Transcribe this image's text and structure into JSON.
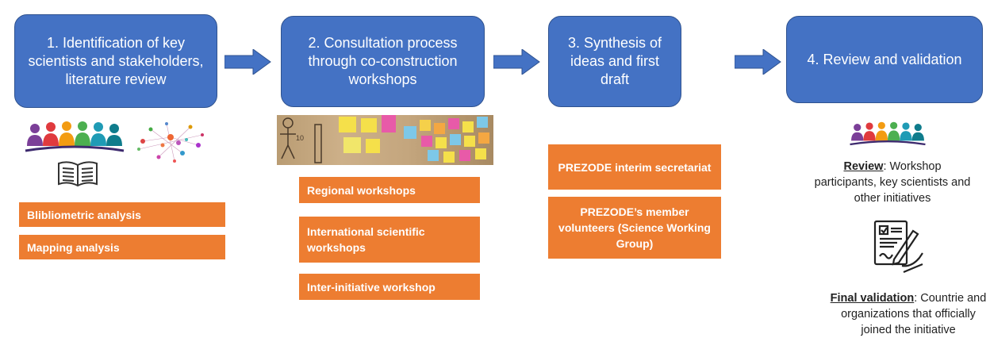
{
  "steps": {
    "step1": "1.    Identification of key scientists and stakeholders, literature review",
    "step2": "2. Consultation process through co-construction workshops",
    "step3": "3. Synthesis of ideas and first draft",
    "step4": "4. Review and validation"
  },
  "col1": {
    "boxes": [
      "Blibliometric analysis",
      "Mapping analysis"
    ]
  },
  "col2": {
    "boxes": [
      "Regional workshops",
      "International scientific workshops",
      "Inter-initiative workshop"
    ]
  },
  "col3": {
    "boxes": [
      "PREZODE interim secretariat",
      "PREZODE’s member volunteers (Science Working Group)"
    ]
  },
  "col4": {
    "review_label": "Review",
    "review_text": ": Workshop participants, key scientists and other initiatives",
    "final_label": "Final validation",
    "final_text": ": Countrie and organizations that officially joined the initiative"
  },
  "colors": {
    "step_fill": "#4472c4",
    "arrow_fill": "#4472c4",
    "box_fill": "#ed7d31"
  },
  "icons": [
    "people-group-icon",
    "open-book-icon",
    "network-map-icon",
    "workshop-photo",
    "document-signing-icon"
  ]
}
